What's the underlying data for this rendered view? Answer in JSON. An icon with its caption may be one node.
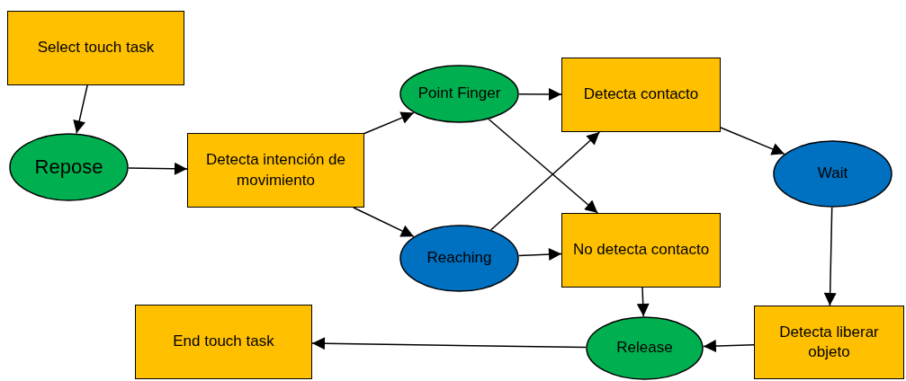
{
  "diagram": {
    "nodes": [
      {
        "text": [
          "Select touch task"
        ]
      },
      {
        "text": [
          "Repose"
        ]
      },
      {
        "text": [
          "Detecta intención de movimiento"
        ]
      },
      {
        "text": [
          "Point Finger"
        ]
      },
      {
        "text": [
          "Reaching"
        ]
      },
      {
        "text": [
          "Detecta contacto"
        ]
      },
      {
        "text": [
          "No detecta contacto"
        ]
      },
      {
        "text": [
          "Wait"
        ]
      },
      {
        "text": [
          "Detecta liberar objeto"
        ]
      },
      {
        "text": [
          "Release"
        ]
      },
      {
        "text": [
          "End touch task"
        ]
      }
    ],
    "edges": [
      {
        "from": 0,
        "to": 1,
        "arrow": "to"
      },
      {
        "from": 1,
        "to": 2,
        "arrow": "to"
      },
      {
        "from": 2,
        "to": 3,
        "arrow": "to"
      },
      {
        "from": 2,
        "to": 4,
        "arrow": "to"
      },
      {
        "from": 3,
        "to": 5,
        "arrow": "to"
      },
      {
        "from": 3,
        "to": 6,
        "arrow": "to"
      },
      {
        "from": 4,
        "to": 5,
        "arrow": "to"
      },
      {
        "from": 4,
        "to": 6,
        "arrow": "to"
      },
      {
        "from": 5,
        "to": 7,
        "arrow": "to"
      },
      {
        "from": 7,
        "to": 8,
        "arrow": "to"
      },
      {
        "from": 6,
        "to": 9,
        "arrow": "to"
      },
      {
        "from": 8,
        "to": 9,
        "arrow": "to"
      },
      {
        "from": 9,
        "to": 10,
        "arrow": "to"
      }
    ]
  }
}
